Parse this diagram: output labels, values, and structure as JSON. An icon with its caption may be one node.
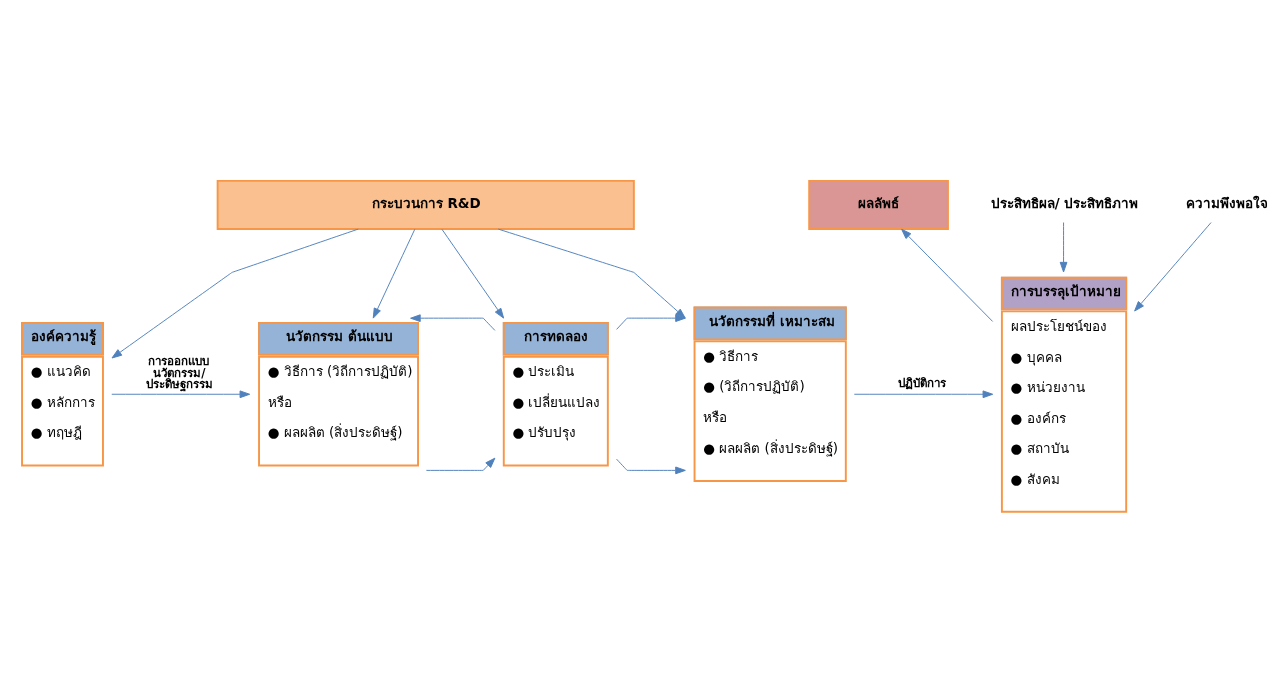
{
  "diagram": {
    "nodes": [
      {
        "text": [
          "กระบวนการ R&D"
        ]
      },
      {
        "text": [
          "ผลลัพธ์"
        ]
      },
      {
        "text": [
          "องค์ความรู้",
          "● แนวคิด",
          "● หลักการ",
          "● ทฤษฎี"
        ]
      },
      {
        "text": [
          "นวัตกรรม ต้นแบบ",
          "● วิธีการ (วิถีการปฏิบัติ)",
          "หรือ",
          "● ผลผลิต (สิ่งประดิษฐ์)"
        ]
      },
      {
        "text": [
          "การทดลอง",
          "● ประเมิน",
          "● เปลี่ยนแปลง",
          "● ปรับปรุง"
        ]
      },
      {
        "text": [
          "นวัตกรรมที่ เหมาะสม",
          "● วิธีการ",
          "● (วิถีการปฏิบัติ)",
          "หรือ",
          "● ผลผลิต (สิ่งประดิษฐ์)"
        ]
      },
      {
        "text": [
          "การบรรลุเป้าหมาย",
          "ผลประโยชน์ของ",
          "● บุคคล",
          "● หน่วยงาน",
          "● องค์กร",
          "● สถาบัน",
          "● สังคม"
        ]
      },
      {
        "text": [
          "ประสิทธิผล/ ประสิทธิภาพ"
        ]
      },
      {
        "text": [
          "ความพึงพอใจ"
        ]
      }
    ],
    "edges": [
      {
        "from": 0,
        "to": 2,
        "arrow": "to"
      },
      {
        "from": 0,
        "to": 3,
        "arrow": "to"
      },
      {
        "from": 0,
        "to": 4,
        "arrow": "to"
      },
      {
        "from": 0,
        "to": 5,
        "arrow": "to"
      },
      {
        "from": 2,
        "to": 3,
        "arrow": "to",
        "label": "การออกแบบ นวัตกรรม/ ประดิษฐกรรม"
      },
      {
        "from": 3,
        "to": 4,
        "arrow": "to"
      },
      {
        "from": 4,
        "to": 3,
        "arrow": "to"
      },
      {
        "from": 4,
        "to": 5,
        "arrow": "to"
      },
      {
        "from": 4,
        "to": 5,
        "arrow": "to"
      },
      {
        "from": 5,
        "to": 6,
        "arrow": "to",
        "label": "ปฏิบัติการ"
      },
      {
        "from": 6,
        "to": 1,
        "arrow": "to"
      },
      {
        "from": 7,
        "to": 6,
        "arrow": "to"
      },
      {
        "from": 8,
        "to": 6,
        "arrow": "to"
      }
    ]
  }
}
